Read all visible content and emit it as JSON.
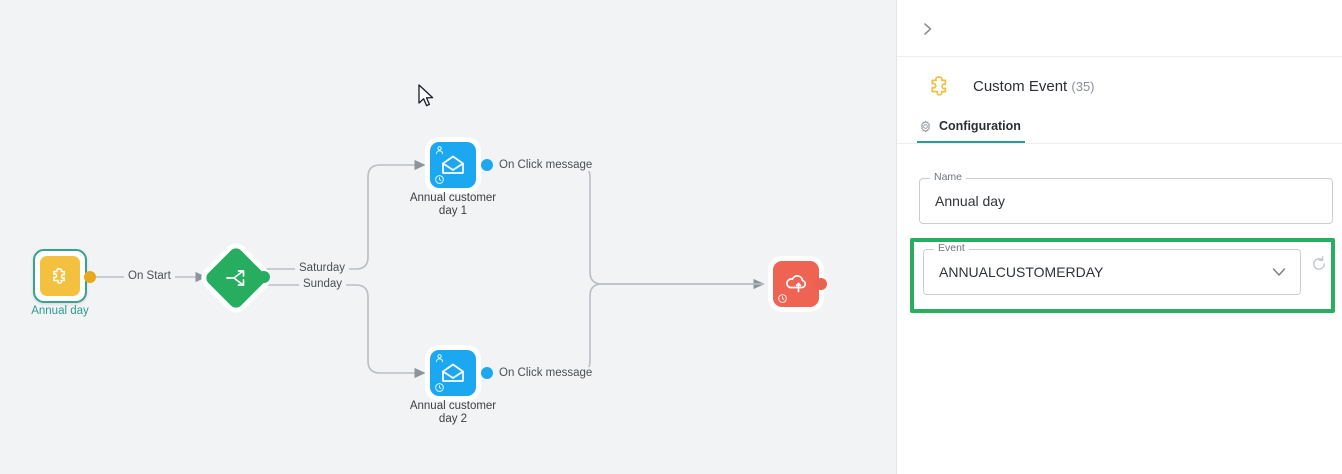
{
  "canvas": {
    "background_color": "#f2f3f5",
    "nodes": [
      {
        "id": "start",
        "label": "Annual day",
        "type": "custom-event",
        "color": "#f3c13f",
        "selected": true,
        "icon": "puzzle-icon"
      },
      {
        "id": "split",
        "label": "",
        "type": "split",
        "color": "#27ad5f",
        "selected": false,
        "icon": "split-arrows-icon"
      },
      {
        "id": "email-top",
        "label": "Annual customer\nday 1",
        "type": "email",
        "color": "#1ca8f0",
        "selected": false,
        "icon": "open-envelope-icon"
      },
      {
        "id": "email-bottom",
        "label": "Annual customer\nday 2",
        "type": "email",
        "color": "#1ca8f0",
        "selected": false,
        "icon": "open-envelope-icon"
      },
      {
        "id": "push",
        "label": "",
        "type": "push-notification",
        "color": "#ee6352",
        "selected": false,
        "icon": "cloud-upload-icon"
      }
    ],
    "edge_labels": {
      "on_start": "On Start",
      "saturday": "Saturday",
      "sunday": "Sunday",
      "on_click_top": "On Click message",
      "on_click_bottom": "On Click message"
    }
  },
  "panel": {
    "collapse_icon": "chevron-right-icon",
    "header": {
      "icon": "puzzle-icon",
      "title": "Custom Event",
      "count": "(35)"
    },
    "tabs": [
      {
        "id": "configuration",
        "label": "Configuration",
        "icon": "gear-icon",
        "active": true
      }
    ],
    "fields": {
      "name": {
        "label": "Name",
        "value": "Annual day",
        "placeholder": ""
      },
      "event": {
        "label": "Event",
        "value": "ANNUALCUSTOMERDAY",
        "placeholder": "",
        "chevron_icon": "chevron-down-icon",
        "refresh_icon": "refresh-icon",
        "highlighted": true,
        "highlight_color": "#27ae60"
      }
    }
  },
  "colors": {
    "accent_teal": "#2a9d8f",
    "highlight_green": "#27ae60",
    "node_amber": "#f3c13f",
    "node_blue": "#1ca8f0",
    "node_red": "#ee6352",
    "node_green": "#27ad5f"
  }
}
